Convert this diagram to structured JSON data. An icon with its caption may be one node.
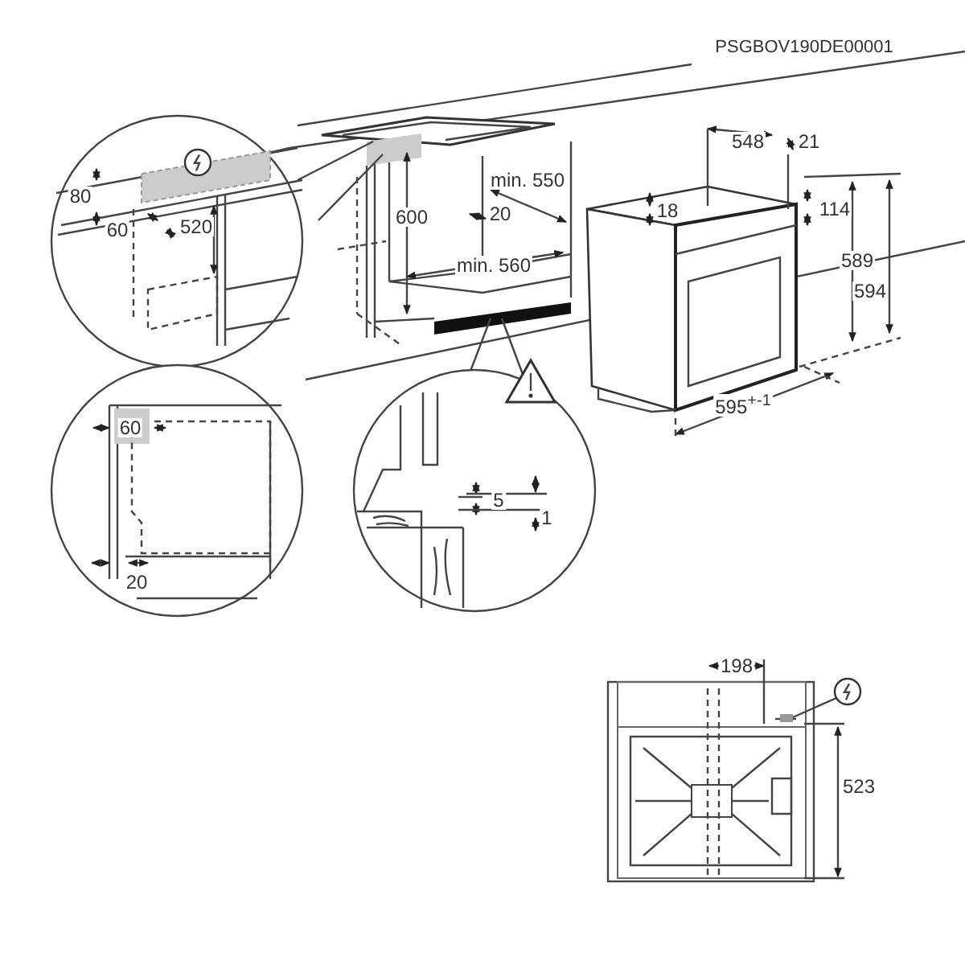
{
  "diagram": {
    "labels": [
      "PSGBOV190DE00001",
      "548",
      "21",
      "80",
      "600",
      "min. 550",
      "18",
      "114",
      "60",
      "520",
      "20",
      "589",
      "594",
      "min. 560",
      "595$^{+-1}$",
      "60",
      "5",
      "1",
      "20",
      "198",
      "523"
    ]
  }
}
